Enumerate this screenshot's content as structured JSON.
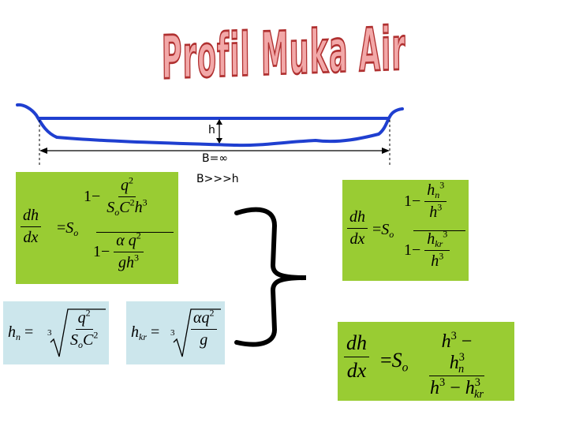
{
  "title": "Profil Muka Air",
  "channel": {
    "depth_label": "h",
    "width_label": "B=∞",
    "condition_label": "B>>>h",
    "water_color": "#1f3fd0"
  },
  "equations": {
    "general": {
      "lhs": "dh",
      "lhs_den": "dx",
      "eq": "=",
      "So": "S",
      "So_sub": "o",
      "one": "1−",
      "q": "q",
      "C": "C",
      "h": "h",
      "alpha": "α",
      "g": "g",
      "sq": "2",
      "cube": "3"
    },
    "hn": {
      "lhs": "h",
      "lhs_sub": "n",
      "eq": "=",
      "root_index": "3",
      "q": "q",
      "sq": "2",
      "S": "S",
      "S_sub": "o",
      "C": "C"
    },
    "hkr": {
      "lhs": "h",
      "lhs_sub": "kr",
      "eq": "=",
      "root_index": "3",
      "alpha": "α",
      "q": "q",
      "sq": "2",
      "g": "g"
    },
    "ratio": {
      "lhs": "dh",
      "lhs_den": "dx",
      "eq": "=",
      "S": "S",
      "S_sub": "o",
      "one": "1−",
      "h": "h",
      "n": "n",
      "kr": "kr",
      "cube": "3"
    },
    "final": {
      "lhs": "dh",
      "lhs_den": "dx",
      "eq": "=",
      "S": "S",
      "S_sub": "o",
      "h": "h",
      "n": "n",
      "kr": "kr",
      "cube": "3",
      "minus": "−"
    }
  },
  "colors": {
    "green_box": "#99cc33",
    "blue_box": "#cce6ec",
    "title_fill": "#f2a8a8",
    "title_stroke": "#b03030"
  }
}
